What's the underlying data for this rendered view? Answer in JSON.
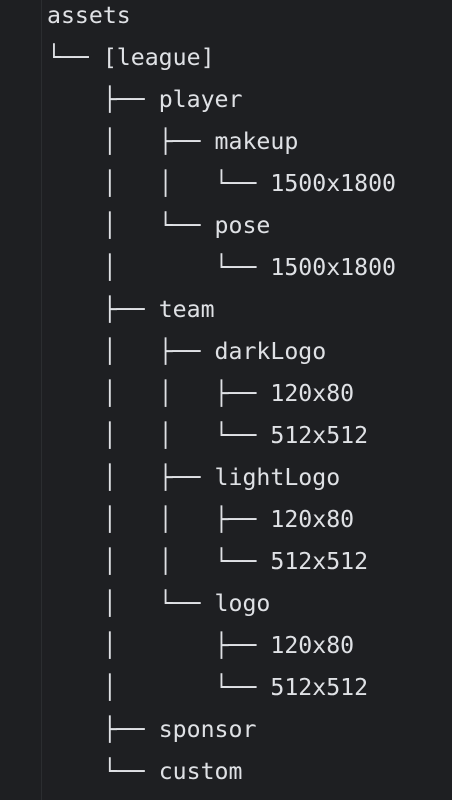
{
  "editor": {
    "lines": [
      {
        "guides": "",
        "name": "assets"
      },
      {
        "guides": "└── ",
        "name": "[league]"
      },
      {
        "guides": "    ├── ",
        "name": "player"
      },
      {
        "guides": "    │   ├── ",
        "name": "makeup"
      },
      {
        "guides": "    │   │   └── ",
        "name": "1500x1800"
      },
      {
        "guides": "    │   └── ",
        "name": "pose"
      },
      {
        "guides": "    │       └── ",
        "name": "1500x1800"
      },
      {
        "guides": "    ├── ",
        "name": "team"
      },
      {
        "guides": "    │   ├── ",
        "name": "darkLogo"
      },
      {
        "guides": "    │   │   ├── ",
        "name": "120x80"
      },
      {
        "guides": "    │   │   └── ",
        "name": "512x512"
      },
      {
        "guides": "    │   ├── ",
        "name": "lightLogo"
      },
      {
        "guides": "    │   │   ├── ",
        "name": "120x80"
      },
      {
        "guides": "    │   │   └── ",
        "name": "512x512"
      },
      {
        "guides": "    │   └── ",
        "name": "logo"
      },
      {
        "guides": "    │       ├── ",
        "name": "120x80"
      },
      {
        "guides": "    │       └── ",
        "name": "512x512"
      },
      {
        "guides": "    ├── ",
        "name": "sponsor"
      },
      {
        "guides": "    └── ",
        "name": "custom"
      }
    ]
  }
}
